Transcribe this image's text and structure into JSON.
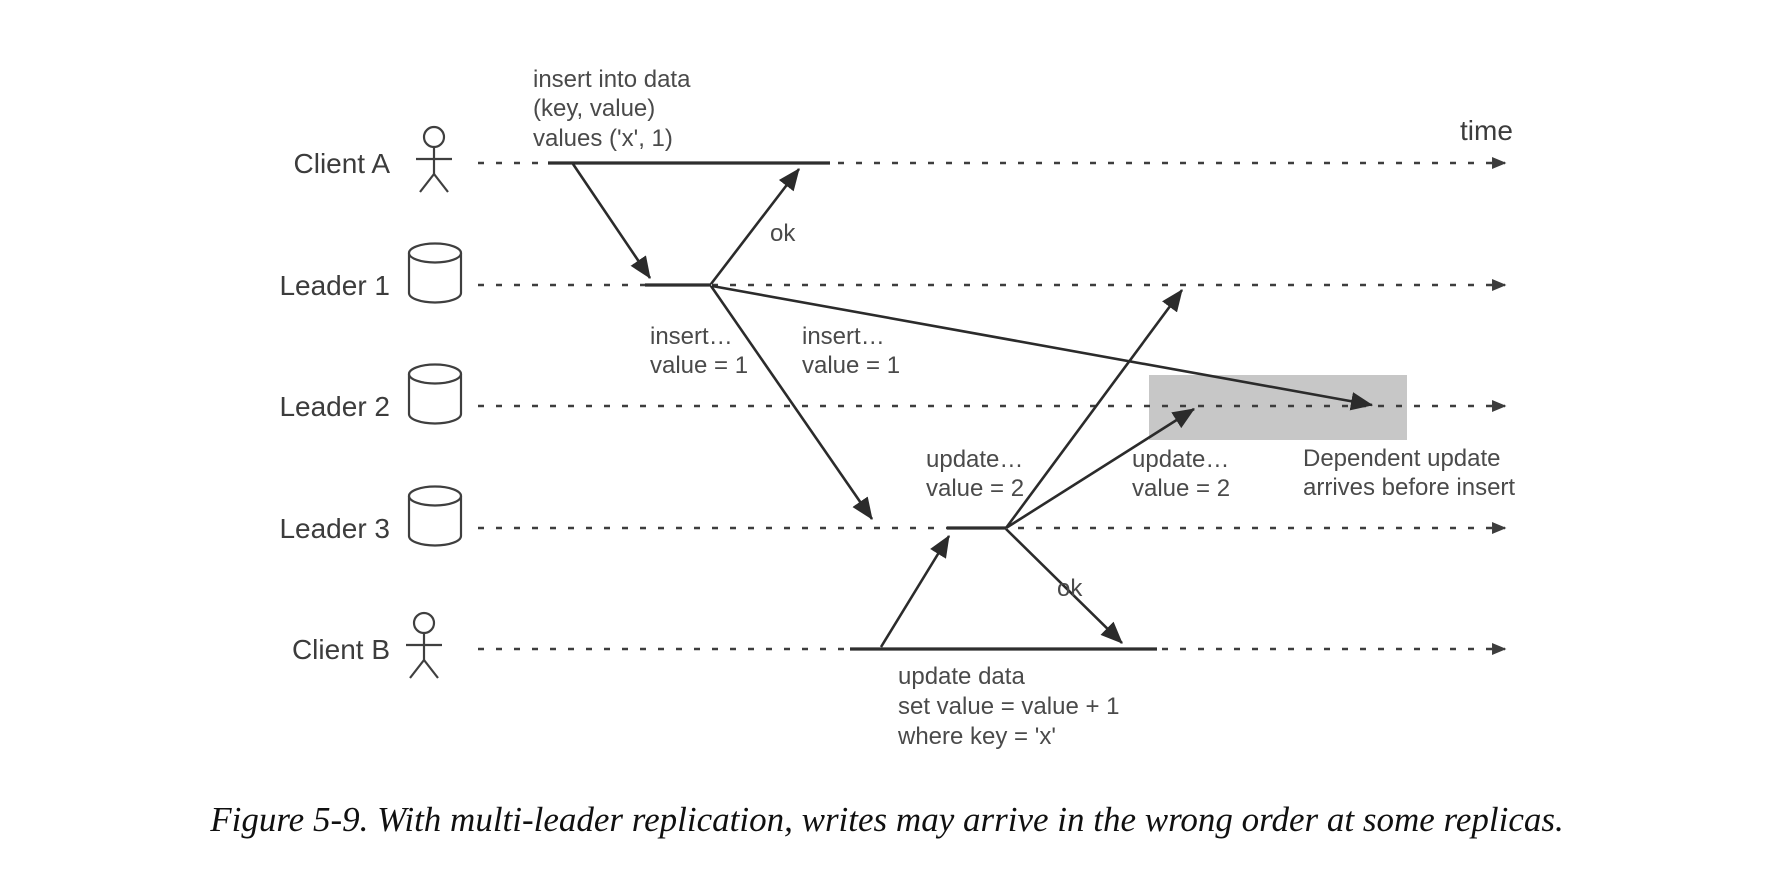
{
  "figure": {
    "caption": "Figure 5-9. With multi-leader replication, writes may arrive in the wrong order at some replicas."
  },
  "diagram": {
    "time_label": "time",
    "highlight_color": "#c7c7c7",
    "rows": [
      {
        "label": "Client A",
        "icon": "person-icon"
      },
      {
        "label": "Leader 1",
        "icon": "database-icon"
      },
      {
        "label": "Leader 2",
        "icon": "database-icon"
      },
      {
        "label": "Leader 3",
        "icon": "database-icon"
      },
      {
        "label": "Client B",
        "icon": "person-icon"
      }
    ],
    "annotations": {
      "client_a_request": {
        "line1": "insert into data",
        "line2": "(key, value)",
        "line3": "values ('x', 1)"
      },
      "ok_client_a": "ok",
      "insert_to_leader3": {
        "line1": "insert…",
        "line2": "value = 1"
      },
      "insert_to_leader2": {
        "line1": "insert…",
        "line2": "value = 1"
      },
      "update_to_leader1": {
        "line1": "update…",
        "line2": "value = 2"
      },
      "update_to_leader2": {
        "line1": "update…",
        "line2": "value = 2"
      },
      "dependent_note": {
        "line1": "Dependent update",
        "line2": "arrives before insert"
      },
      "ok_client_b": "ok",
      "client_b_request": {
        "line1": "update data",
        "line2": "set value = value + 1",
        "line3": "where key = 'x'"
      }
    }
  }
}
